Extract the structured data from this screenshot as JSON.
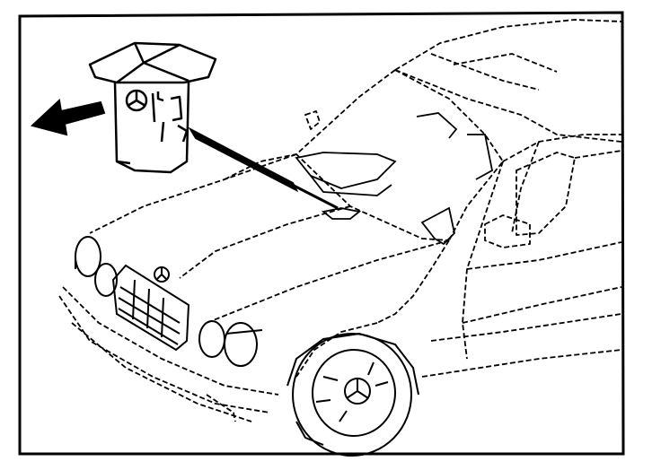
{
  "diagram": {
    "colors": {
      "background": "#ffffff",
      "ink": "#000000"
    },
    "parts": [
      "border",
      "callout-part",
      "direction-arrow",
      "leader-line",
      "car-body",
      "front-wheel",
      "windshield-wiper-area",
      "headlights",
      "grille",
      "hood-emblem"
    ]
  }
}
